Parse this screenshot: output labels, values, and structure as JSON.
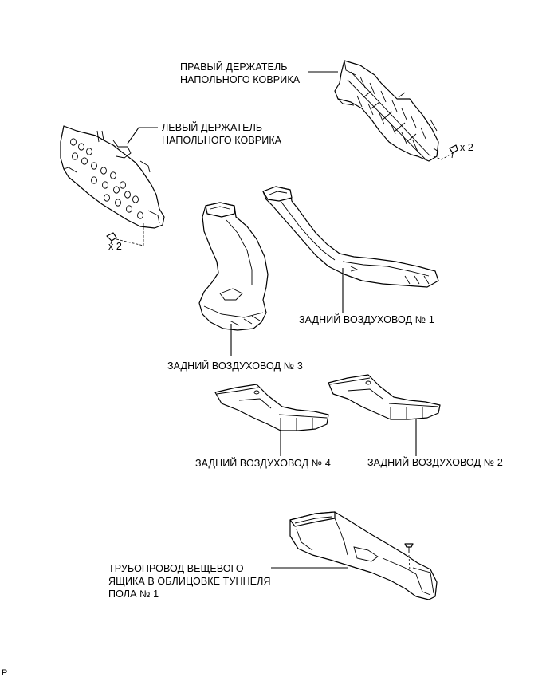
{
  "labels": {
    "right_holder": [
      "ПРАВЫЙ ДЕРЖАТЕЛЬ",
      "НАПОЛЬНОГО КОВРИКА"
    ],
    "left_holder": [
      "ЛЕВЫЙ ДЕРЖАТЕЛЬ",
      "НАПОЛЬНОГО КОВРИКА"
    ],
    "duct_1": "ЗАДНИЙ ВОЗДУХОВОД № 1",
    "duct_3": "ЗАДНИЙ ВОЗДУХОВОД № 3",
    "duct_4": "ЗАДНИЙ ВОЗДУХОВОД № 4",
    "duct_2": "ЗАДНИЙ ВОЗДУХОВОД № 2",
    "console_duct": [
      "ТРУБОПРОВОД ВЕЩЕВОГО",
      "ЯЩИКА В ОБЛИЦОВКЕ ТУННЕЛЯ",
      "ПОЛА № 1"
    ],
    "qty_right": "x 2",
    "qty_left": "x 2",
    "corner_mark": "P"
  }
}
